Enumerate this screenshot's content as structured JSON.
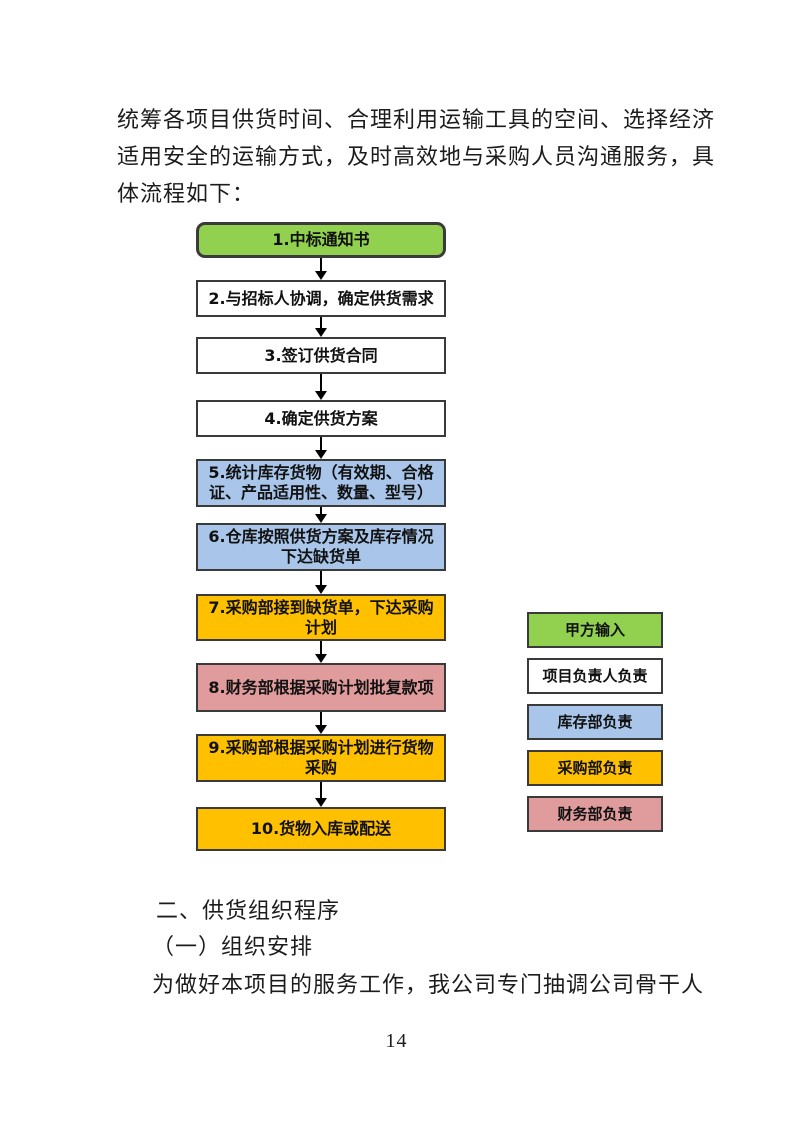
{
  "document": {
    "intro_lines": [
      "统筹各项目供货时间、合理利用运输工具的空间、选择经济",
      "适用安全的运输方式，及时高效地与采购人员沟通服务，具",
      "体流程如下："
    ],
    "section_heading": "二、供货组织程序",
    "subsection_heading": "（一）组织安排",
    "body_line": "为做好本项目的服务工作，我公司专门抽调公司骨干人",
    "page_number": "14"
  },
  "flowchart": {
    "steps": [
      {
        "label": "1.中标通知书",
        "color": "green"
      },
      {
        "label": "2.与招标人协调，确定供货需求",
        "color": "white"
      },
      {
        "label": "3.签订供货合同",
        "color": "white"
      },
      {
        "label": "4.确定供货方案",
        "color": "white"
      },
      {
        "label": "5.统计库存货物（有效期、合格证、产品适用性、数量、型号）",
        "color": "blue"
      },
      {
        "label": "6.仓库按照供货方案及库存情况下达缺货单",
        "color": "blue"
      },
      {
        "label": "7.采购部接到缺货单，下达采购计划",
        "color": "yellow"
      },
      {
        "label": "8.财务部根据采购计划批复款项",
        "color": "pink"
      },
      {
        "label": "9.采购部根据采购计划进行货物采购",
        "color": "yellow"
      },
      {
        "label": "10.货物入库或配送",
        "color": "yellow"
      }
    ],
    "legend": [
      {
        "label": "甲方输入",
        "color": "green"
      },
      {
        "label": "项目负责人负责",
        "color": "white"
      },
      {
        "label": "库存部负责",
        "color": "blue"
      },
      {
        "label": "采购部负责",
        "color": "yellow"
      },
      {
        "label": "财务部负责",
        "color": "pink"
      }
    ],
    "colors": {
      "green": "#92d050",
      "white": "#ffffff",
      "blue": "#a9c6ea",
      "yellow": "#ffc000",
      "pink": "#e09c9c",
      "border": "#3a3a3a"
    }
  }
}
